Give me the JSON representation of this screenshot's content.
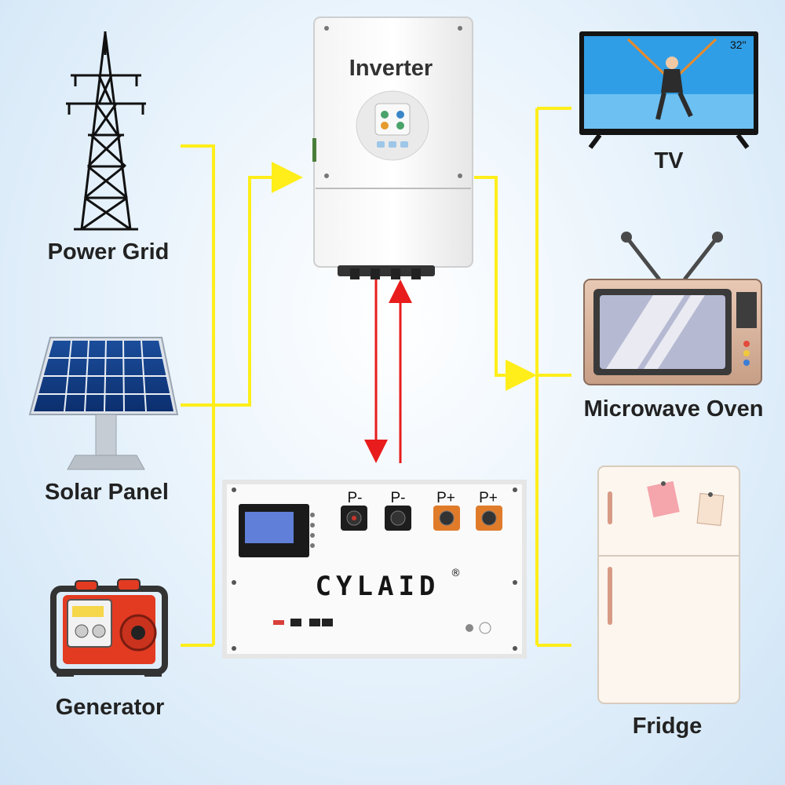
{
  "nodes": {
    "power_grid": {
      "label": "Power Grid"
    },
    "solar_panel": {
      "label": "Solar Panel"
    },
    "generator": {
      "label": "Generator"
    },
    "inverter": {
      "label": "Inverter"
    },
    "tv": {
      "label": "TV",
      "screen_size": "32\""
    },
    "microwave": {
      "label": "Microwave Oven"
    },
    "fridge": {
      "label": "Fridge"
    },
    "battery": {
      "brand": "CYLAID",
      "registered_mark": "®",
      "terminals": [
        "P-",
        "P-",
        "P+",
        "P+"
      ]
    }
  },
  "colors": {
    "ac_line": "#ffee1a",
    "dc_line": "#e81c1c",
    "background": "#dbeaf7"
  }
}
